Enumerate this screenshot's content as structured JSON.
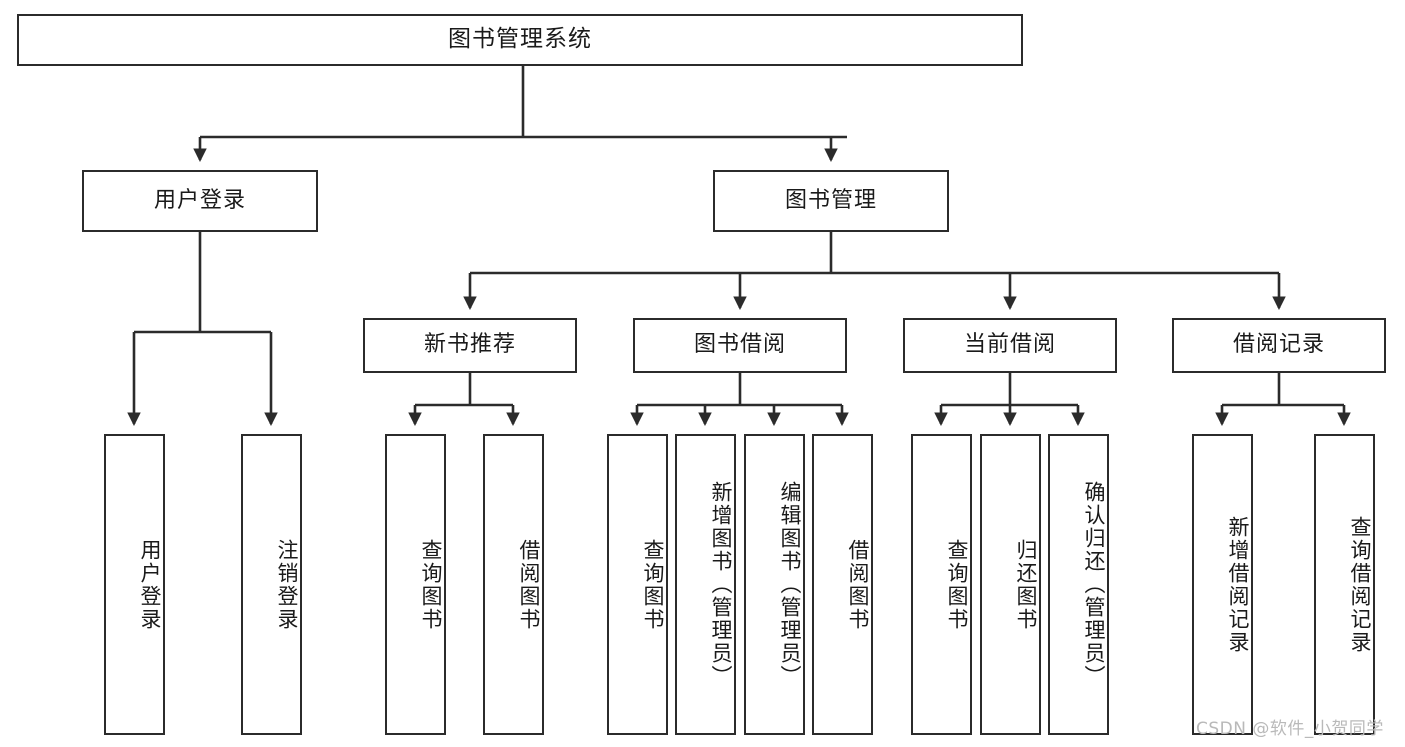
{
  "diagram": {
    "title": "图书管理系统",
    "watermark": "CSDN @软件_小贺同学",
    "root": {
      "label": "图书管理系统"
    },
    "level1": [
      {
        "label": "用户登录"
      },
      {
        "label": "图书管理"
      }
    ],
    "level2": [
      {
        "label": "新书推荐"
      },
      {
        "label": "图书借阅"
      },
      {
        "label": "当前借阅"
      },
      {
        "label": "借阅记录"
      }
    ],
    "leaves": {
      "user_login": [
        {
          "label": "用户登录"
        },
        {
          "label": "注销登录"
        }
      ],
      "new_book": [
        {
          "label": "查询图书"
        },
        {
          "label": "借阅图书"
        }
      ],
      "borrow": [
        {
          "label": "查询图书"
        },
        {
          "label": "新增图书（管理员）"
        },
        {
          "label": "编辑图书（管理员）"
        },
        {
          "label": "借阅图书"
        }
      ],
      "current": [
        {
          "label": "查询图书"
        },
        {
          "label": "归还图书"
        },
        {
          "label": "确认归还（管理员）"
        }
      ],
      "records": [
        {
          "label": "新增借阅记录"
        },
        {
          "label": "查询借阅记录"
        }
      ]
    },
    "colors": {
      "stroke": "#2b2b2b",
      "background": "#ffffff",
      "text": "#1a1a1a",
      "watermark": "#b9b9b9"
    }
  }
}
